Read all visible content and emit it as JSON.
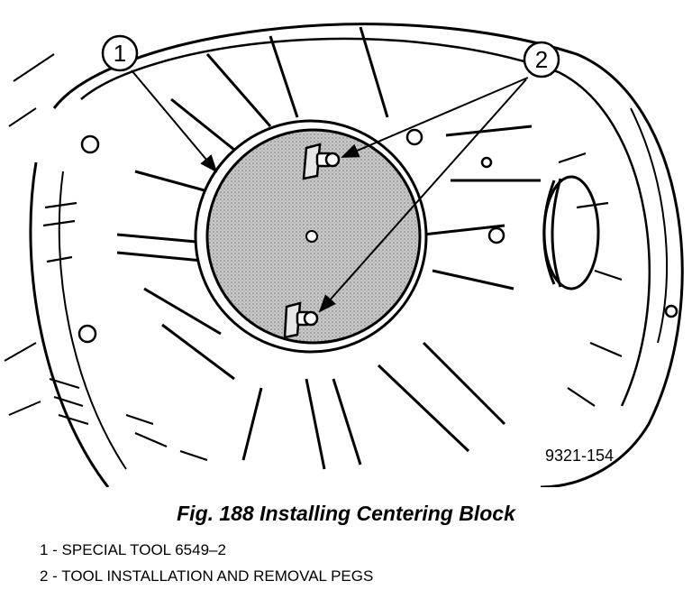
{
  "figure": {
    "callouts": [
      "1",
      "2"
    ],
    "id_code": "9321-154",
    "title": "Fig. 188 Installing Centering Block"
  },
  "legend": [
    "1 - SPECIAL TOOL 6549–2",
    "2 - TOOL INSTALLATION AND REMOVAL PEGS"
  ]
}
